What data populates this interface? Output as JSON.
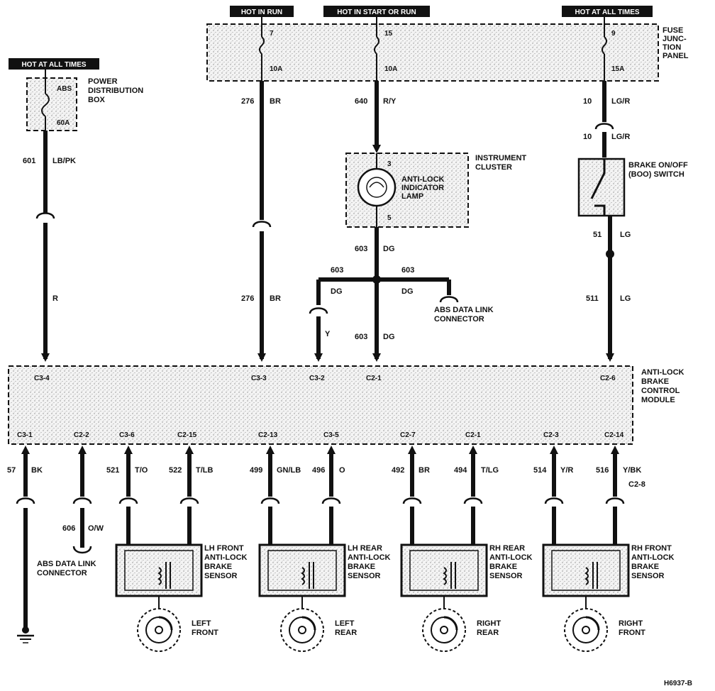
{
  "banners": {
    "hot_power": "HOT AT ALL TIMES",
    "hot_run": "HOT IN RUN",
    "hot_start_run": "HOT IN START OR RUN",
    "hot_fuse_right": "HOT AT ALL TIMES"
  },
  "fuse_panel_label": [
    "FUSE",
    "JUNC-",
    "TION",
    "PANEL"
  ],
  "power_box": {
    "label": [
      "POWER",
      "DISTRIBUTION",
      "BOX"
    ],
    "fuse_id": "ABS",
    "fuse_rating": "60A"
  },
  "fuses": {
    "run": {
      "id": "7",
      "rating": "10A"
    },
    "start_run": {
      "id": "15",
      "rating": "10A"
    },
    "all_times": {
      "id": "9",
      "rating": "15A"
    }
  },
  "instrument_cluster": {
    "label": [
      "INSTRUMENT",
      "CLUSTER"
    ],
    "lamp_label": [
      "ANTI-LOCK",
      "INDICATOR",
      "LAMP"
    ],
    "pin_top": "3",
    "pin_bottom": "5"
  },
  "boo_switch": {
    "label": [
      "BRAKE ON/OFF",
      "(BOO) SWITCH"
    ]
  },
  "module": {
    "label": [
      "ANTI-LOCK",
      "BRAKE",
      "CONTROL",
      "MODULE"
    ],
    "top_pins": [
      "C3-4",
      "C3-3",
      "C3-2",
      "C2-1",
      "C2-6"
    ],
    "bottom_pins": [
      "C3-1",
      "C2-2",
      "C3-6",
      "C2-15",
      "C2-13",
      "C3-5",
      "C2-7",
      "C2-1",
      "C2-3",
      "C2-14"
    ]
  },
  "wires": {
    "w601": {
      "circuit": "601",
      "color": "LB/PK"
    },
    "w601_lower": {
      "color": "R"
    },
    "w276_top": {
      "circuit": "276",
      "color": "BR"
    },
    "w276_bottom": {
      "circuit": "276",
      "color": "BR"
    },
    "w640": {
      "circuit": "640",
      "color": "R/Y"
    },
    "w603_top": {
      "circuit": "603",
      "color": "DG"
    },
    "w603_left": {
      "circuit": "603",
      "color": "DG"
    },
    "w603_right": {
      "circuit": "603",
      "color": "DG"
    },
    "w603_bottom": {
      "circuit": "603",
      "color": "DG"
    },
    "w_y": {
      "color": "Y"
    },
    "w10_top": {
      "circuit": "10",
      "color": "LG/R"
    },
    "w10_bottom": {
      "circuit": "10",
      "color": "LG/R"
    },
    "w51": {
      "circuit": "51",
      "color": "LG"
    },
    "w511": {
      "circuit": "511",
      "color": "LG"
    },
    "w57": {
      "circuit": "57",
      "color": "BK"
    },
    "w606": {
      "circuit": "606",
      "color": "O/W"
    },
    "w521": {
      "circuit": "521",
      "color": "T/O"
    },
    "w522": {
      "circuit": "522",
      "color": "T/LB"
    },
    "w499": {
      "circuit": "499",
      "color": "GN/LB"
    },
    "w496": {
      "circuit": "496",
      "color": "O"
    },
    "w492": {
      "circuit": "492",
      "color": "BR"
    },
    "w494": {
      "circuit": "494",
      "color": "T/LG"
    },
    "w514": {
      "circuit": "514",
      "color": "Y/R"
    },
    "w516": {
      "circuit": "516",
      "color": "Y/BK"
    },
    "c2_8": "C2-8"
  },
  "abs_link_top": [
    "ABS DATA LINK",
    "CONNECTOR"
  ],
  "abs_link_bottom": [
    "ABS DATA LINK",
    "CONNECTOR"
  ],
  "sensors": [
    {
      "label": [
        "LH FRONT",
        "ANTI-LOCK",
        "BRAKE",
        "SENSOR"
      ],
      "wheel": [
        "LEFT",
        "FRONT"
      ]
    },
    {
      "label": [
        "LH REAR",
        "ANTI-LOCK",
        "BRAKE",
        "SENSOR"
      ],
      "wheel": [
        "LEFT",
        "REAR"
      ]
    },
    {
      "label": [
        "RH REAR",
        "ANTI-LOCK",
        "BRAKE",
        "SENSOR"
      ],
      "wheel": [
        "RIGHT",
        "REAR"
      ]
    },
    {
      "label": [
        "RH FRONT",
        "ANTI-LOCK",
        "BRAKE",
        "SENSOR"
      ],
      "wheel": [
        "RIGHT",
        "FRONT"
      ]
    }
  ],
  "figure_id": "H6937-B"
}
